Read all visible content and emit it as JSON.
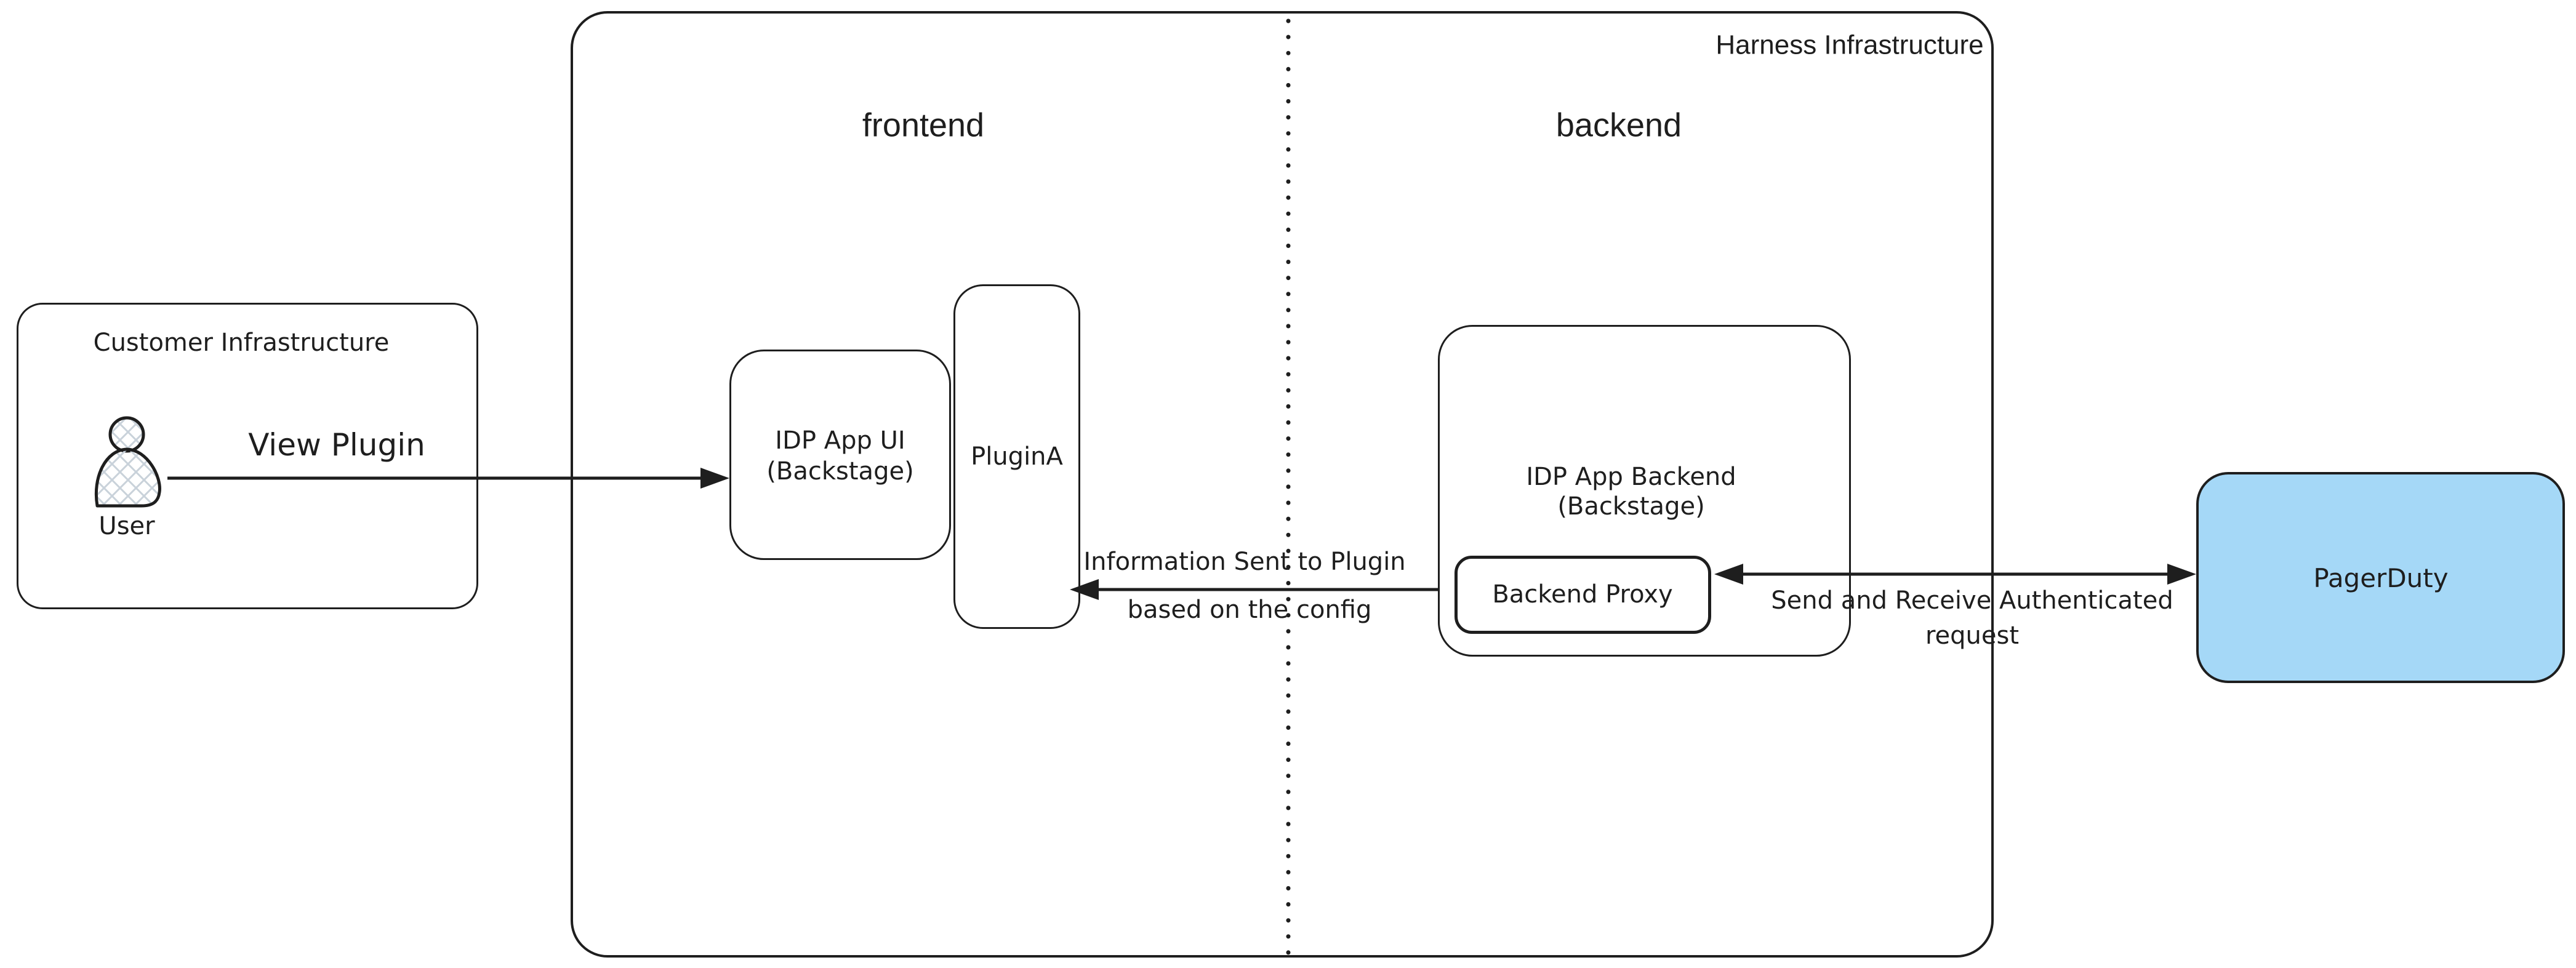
{
  "colors": {
    "stroke": "#1e1e1e",
    "pagerduty_fill": "#a5d8f7",
    "hatch_fill_lines": "#c9d2da",
    "background": "#ffffff"
  },
  "harness": {
    "title": "Harness Infrastructure",
    "frontend_section": "frontend",
    "backend_section": "backend"
  },
  "customer": {
    "title": "Customer Infrastructure",
    "user_label": "User"
  },
  "nodes": {
    "idp_ui_line1": "IDP App UI",
    "idp_ui_line2": "(Backstage)",
    "plugin_a": "PluginA",
    "idp_backend_line1": "IDP App Backend",
    "idp_backend_line2": "(Backstage)",
    "backend_proxy": "Backend Proxy",
    "pagerduty": "PagerDuty"
  },
  "arrows": {
    "view_plugin": "View Plugin",
    "info_line1": "Information Sent to Plugin",
    "info_line2": "based on the config",
    "send_line1": "Send and Receive Authenticated",
    "send_line2": "request"
  }
}
